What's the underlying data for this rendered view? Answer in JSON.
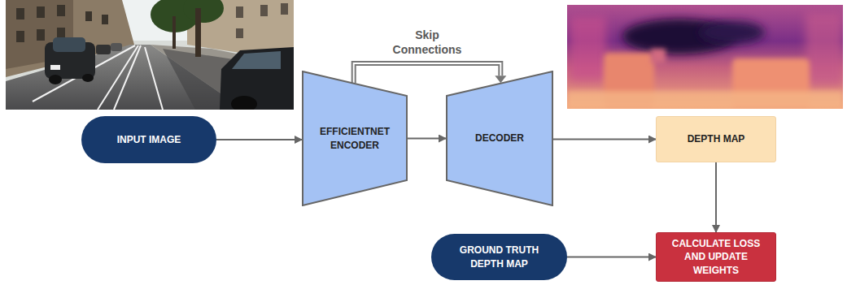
{
  "diagram": {
    "nodes": [
      {
        "text": [
          "INPUT IMAGE"
        ]
      },
      {
        "text": [
          "EFFICIENTNET ENCODER"
        ]
      },
      {
        "text": [
          "DECODER"
        ]
      },
      {
        "text": [
          "DEPTH MAP"
        ]
      },
      {
        "text": [
          "GROUND TRUTH DEPTH MAP"
        ]
      },
      {
        "text": [
          "CALCULATE LOSS AND UPDATE WEIGHTS"
        ]
      }
    ],
    "edges": [
      {
        "from": 0,
        "to": 1,
        "arrow": "to"
      },
      {
        "from": 1,
        "to": 2,
        "arrow": "to",
        "label": "Skip Connections"
      },
      {
        "from": 1,
        "to": 2,
        "arrow": "to"
      },
      {
        "from": 2,
        "to": 3,
        "arrow": "to"
      },
      {
        "from": 3,
        "to": 5,
        "arrow": "to"
      },
      {
        "from": 4,
        "to": 5,
        "arrow": "to"
      }
    ]
  }
}
